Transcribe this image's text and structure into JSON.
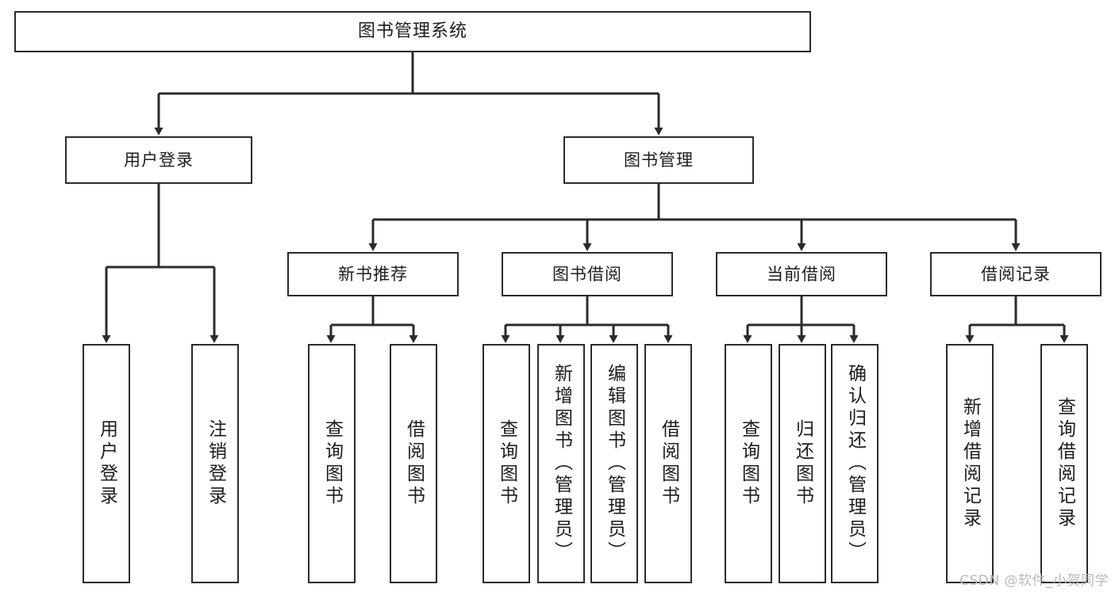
{
  "diagram": {
    "title": "图书管理系统",
    "watermark": "CSDN @软件_小贺同学",
    "colors": {
      "stroke": "#2b2b2b",
      "fill": "#ffffff",
      "text": "#1c1c1c",
      "watermark": "#b9b9b9"
    },
    "root": {
      "label": "图书管理系统"
    },
    "level2": [
      {
        "label": "用户登录"
      },
      {
        "label": "图书管理"
      }
    ],
    "level3": [
      {
        "label": "新书推荐"
      },
      {
        "label": "图书借阅"
      },
      {
        "label": "当前借阅"
      },
      {
        "label": "借阅记录"
      }
    ],
    "leaves": [
      {
        "label": "用户登录"
      },
      {
        "label": "注销登录"
      },
      {
        "label": "查询图书"
      },
      {
        "label": "借阅图书"
      },
      {
        "label": "查询图书"
      },
      {
        "label": "新增图书（管理员）"
      },
      {
        "label": "编辑图书（管理员）"
      },
      {
        "label": "借阅图书"
      },
      {
        "label": "查询图书"
      },
      {
        "label": "归还图书"
      },
      {
        "label": "确认归还（管理员）"
      },
      {
        "label": "新增借阅记录"
      },
      {
        "label": "查询借阅记录"
      }
    ]
  }
}
